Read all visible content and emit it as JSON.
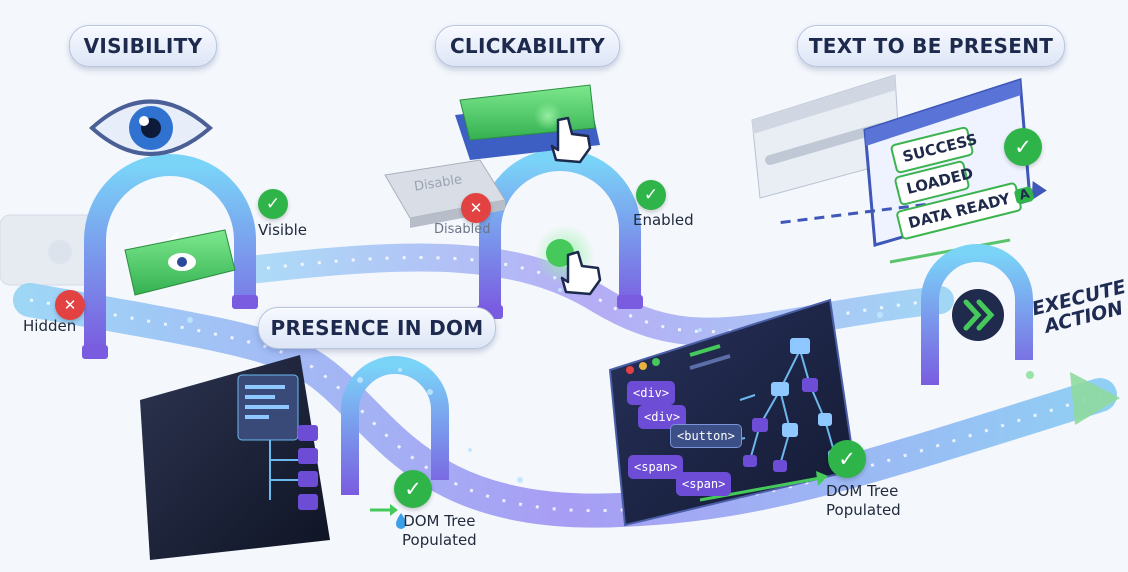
{
  "stages": {
    "visibility": "VISIBILITY",
    "clickability": "CLICKABILITY",
    "text_present": "TEXT TO BE PRESENT",
    "presence_dom": "PRESENCE IN DOM"
  },
  "labels": {
    "visible": "Visible",
    "hidden": "Hidden",
    "enabled": "Enabled",
    "disabled": "Disabled",
    "disabled_button": "Disable",
    "dom_tree_populated": [
      "DOM Tree",
      "Populated"
    ],
    "dom_tree_populated_right": [
      "DOM Tree",
      "Populated"
    ],
    "execute_action": [
      "EXECUTE",
      "ACTION"
    ]
  },
  "status_panel": [
    "SUCCESS",
    "LOADED",
    "DATA READY"
  ],
  "status_badge": "A",
  "dom_tags": [
    "<div>",
    "<div>",
    "<button>",
    "<span>",
    "<span>"
  ],
  "colors": {
    "track": "#8b7ff0",
    "success": "#2fb44a",
    "error": "#e34242",
    "enabled_button": "#4fd06a",
    "code_panel": "#1e2848",
    "brand_text": "#1d2a4d"
  },
  "icons": [
    "eye-icon",
    "check-icon",
    "cross-icon",
    "hand-pointer-icon",
    "double-chevron-icon",
    "arrow-icon",
    "droplet-icon"
  ]
}
